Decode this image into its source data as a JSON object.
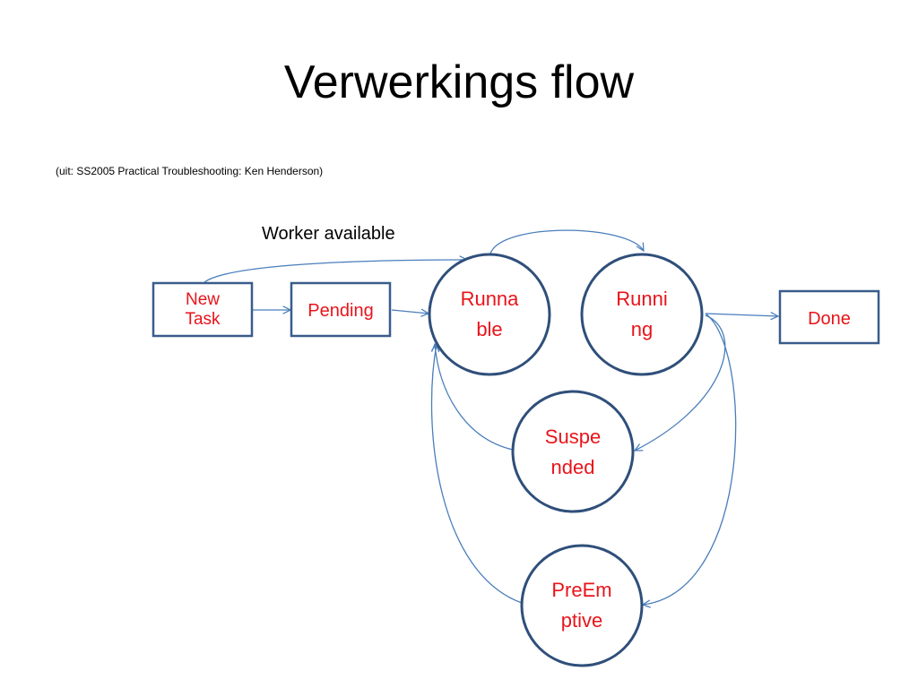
{
  "slide": {
    "title": "Verwerkings flow",
    "source_note": "(uit: SS2005 Practical Troubleshooting: Ken Henderson)"
  },
  "diagram": {
    "edge_label": "Worker available",
    "nodes": {
      "new_task": [
        "New",
        "Task"
      ],
      "pending": [
        "Pending"
      ],
      "runnable": [
        "Runna",
        "ble"
      ],
      "running": [
        "Runni",
        "ng"
      ],
      "done": [
        "Done"
      ],
      "suspended": [
        "Suspe",
        "nded"
      ],
      "preemptive": [
        "PreEm",
        "ptive"
      ]
    }
  },
  "colors": {
    "node_text": "#e8141a",
    "arrow": "#4a7ebb",
    "outline": "#2f4f7a"
  }
}
